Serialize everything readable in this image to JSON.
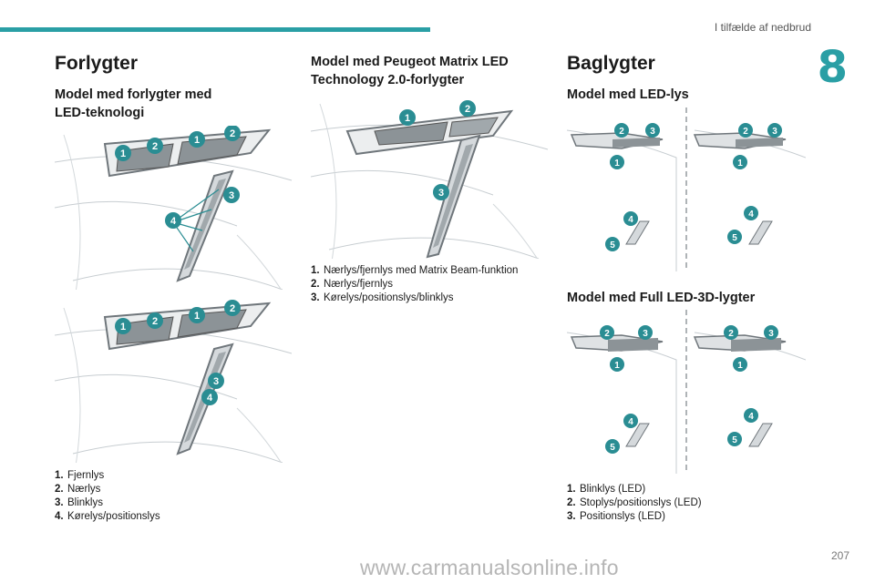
{
  "header": {
    "section_title": "I tilfælde af nedbrud",
    "chapter_number": "8",
    "page_number": "207"
  },
  "col1": {
    "title": "Forlygter",
    "subtitle": "Model med forlygter med LED-teknologi",
    "legend": [
      {
        "num": "1.",
        "text": "Fjernlys"
      },
      {
        "num": "2.",
        "text": "Nærlys"
      },
      {
        "num": "3.",
        "text": "Blinklys"
      },
      {
        "num": "4.",
        "text": "Kørelys/positionslys"
      }
    ]
  },
  "col2": {
    "subtitle": "Model med Peugeot Matrix LED Technology 2.0-forlygter",
    "legend": [
      {
        "num": "1.",
        "text": "Nærlys/fjernlys med Matrix Beam-funktion"
      },
      {
        "num": "2.",
        "text": "Nærlys/fjernlys"
      },
      {
        "num": "3.",
        "text": "Kørelys/positionslys/blinklys"
      }
    ]
  },
  "col3": {
    "title": "Baglygter",
    "subtitle_led": "Model med LED-lys",
    "subtitle_full": "Model med Full LED-3D-lygter",
    "legend": [
      {
        "num": "1.",
        "text": "Blinklys (LED)"
      },
      {
        "num": "2.",
        "text": "Stoplys/positionslys (LED)"
      },
      {
        "num": "3.",
        "text": "Positionslys (LED)"
      }
    ]
  },
  "callouts": {
    "n1": "1",
    "n2": "2",
    "n3": "3",
    "n4": "4",
    "n5": "5"
  },
  "watermark": "www.carmanualsonline.info",
  "colors": {
    "accent": "#2a9fa5",
    "callout": "#2a8d93"
  }
}
